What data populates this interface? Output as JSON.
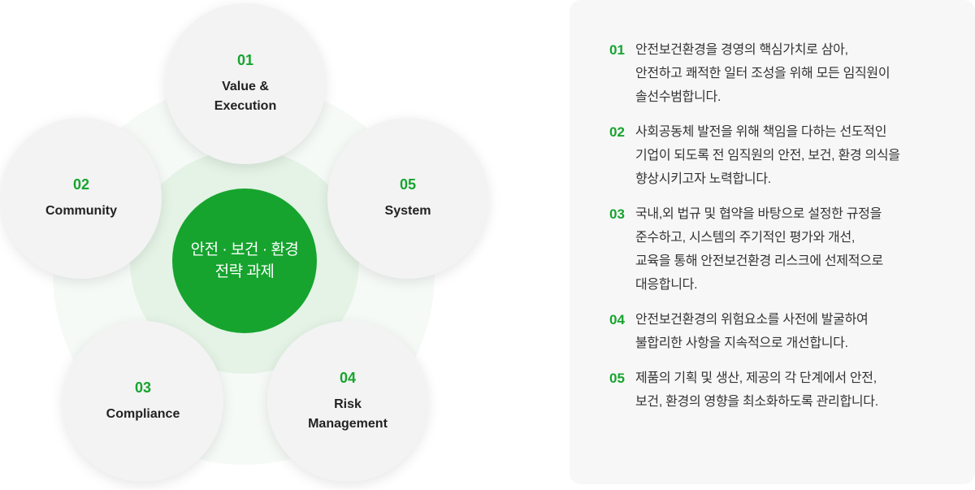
{
  "center": {
    "lines": [
      "안전 · 보건 · 환경",
      "전략 과제"
    ]
  },
  "nodes": [
    {
      "num": "01",
      "lines": [
        "Value &",
        "Execution"
      ]
    },
    {
      "num": "02",
      "lines": [
        "Community"
      ]
    },
    {
      "num": "03",
      "lines": [
        "Compliance"
      ]
    },
    {
      "num": "04",
      "lines": [
        "Risk",
        "Management"
      ]
    },
    {
      "num": "05",
      "lines": [
        "System"
      ]
    }
  ],
  "items": [
    {
      "num": "01",
      "lines": [
        "안전보건환경을 경영의 핵심가치로 삼아,",
        "안전하고 쾌적한 일터 조성을 위해 모든 임직원이",
        "솔선수범합니다."
      ]
    },
    {
      "num": "02",
      "lines": [
        "사회공동체 발전을 위해 책임을 다하는 선도적인",
        "기업이 되도록 전 임직원의 안전, 보건, 환경 의식을",
        "향상시키고자 노력합니다."
      ]
    },
    {
      "num": "03",
      "lines": [
        "국내,외 법규 및 협약을 바탕으로 설정한 규정을",
        "준수하고, 시스템의 주기적인 평가와 개선,",
        "교육을 통해 안전보건환경 리스크에 선제적으로",
        "대응합니다."
      ]
    },
    {
      "num": "04",
      "lines": [
        "안전보건환경의 위험요소를 사전에 발굴하여",
        "불합리한 사항을 지속적으로 개선합니다."
      ]
    },
    {
      "num": "05",
      "lines": [
        "제품의 기획 및 생산, 제공의 각 단계에서 안전,",
        "보건, 환경의 영향을 최소화하도록 관리합니다."
      ]
    }
  ],
  "colors": {
    "accent": "#16a42e",
    "node_bg": "#f3f3f3",
    "panel_bg": "#f7f7f8"
  }
}
